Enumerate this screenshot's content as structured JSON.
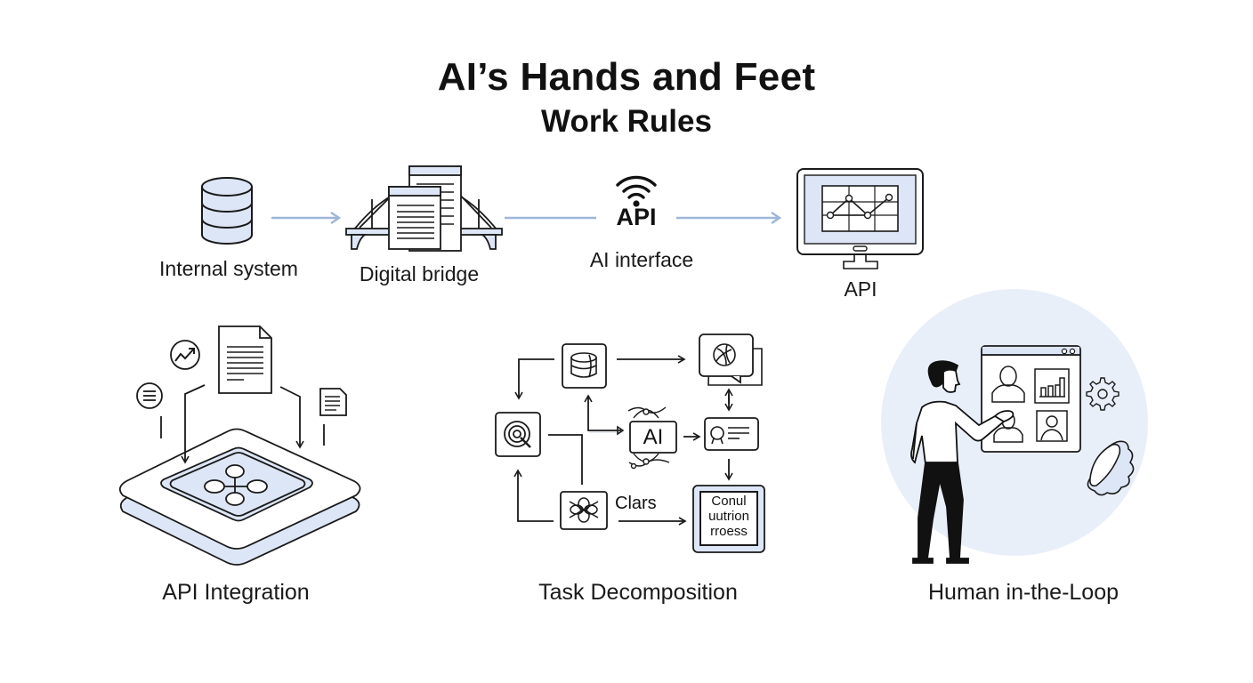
{
  "header": {
    "title": "AI’s Hands and Feet",
    "subtitle": "Work Rules"
  },
  "colors": {
    "accent_fill": "#dde6f6",
    "arrow_blue": "#9db6d9",
    "stroke": "#1a1a1a",
    "bg_circle": "#e9eff9"
  },
  "flow": {
    "nodes": [
      {
        "label": "Internal system",
        "icon": "database-icon"
      },
      {
        "label": "Digital bridge",
        "icon": "bridge-documents-icon"
      },
      {
        "label": "AI interface",
        "icon": "wifi-icon",
        "badge": "API"
      },
      {
        "label": "API",
        "icon": "monitor-chart-icon"
      }
    ]
  },
  "panels": [
    {
      "label": "API Integration",
      "icons": [
        "document-icon",
        "trend-chart-icon",
        "list-icon",
        "small-document-icon",
        "layered-platform-icon",
        "network-hub-icon"
      ]
    },
    {
      "label": "Task Decomposition",
      "nodes": {
        "ai": "AI",
        "clars": "Clars",
        "process_lines": [
          "Conul",
          "uutrion",
          "rroess"
        ]
      }
    },
    {
      "label": "Human in-the-Loop",
      "icons": [
        "person-icon",
        "dashboard-window-icon",
        "gear-icon",
        "cloud-icon"
      ]
    }
  ]
}
